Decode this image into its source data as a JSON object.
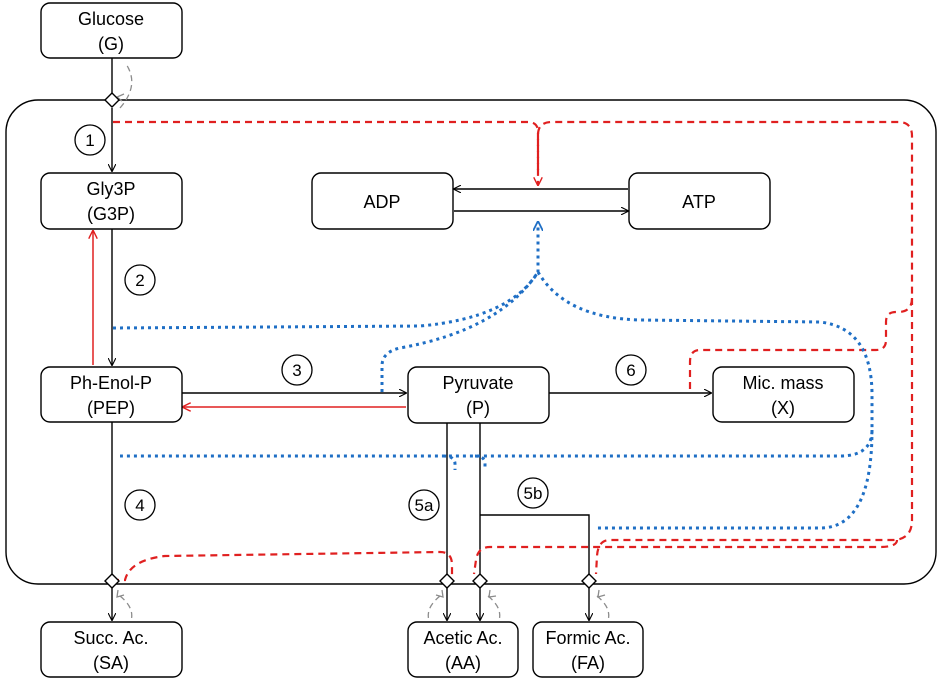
{
  "nodes": {
    "glucose": {
      "name": "Glucose",
      "abbr": "(G)"
    },
    "g3p": {
      "name": "Gly3P",
      "abbr": "(G3P)"
    },
    "adp": {
      "name": "ADP"
    },
    "atp": {
      "name": "ATP"
    },
    "pep": {
      "name": "Ph-Enol-P",
      "abbr": "(PEP)"
    },
    "pyruvate": {
      "name": "Pyruvate",
      "abbr": "(P)"
    },
    "micmass": {
      "name": "Mic. mass",
      "abbr": "(X)"
    },
    "succ": {
      "name": "Succ. Ac.",
      "abbr": "(SA)"
    },
    "acetic": {
      "name": "Acetic Ac.",
      "abbr": "(AA)"
    },
    "formic": {
      "name": "Formic Ac.",
      "abbr": "(FA)"
    }
  },
  "reactions": [
    "1",
    "2",
    "3",
    "4",
    "5a",
    "5b",
    "6"
  ],
  "colors": {
    "flux": "#000000",
    "reverse": "#e02020",
    "inhibition": "#e02020",
    "atp_coupling": "#1f6fc5",
    "feedback": "#8c8c8c"
  }
}
